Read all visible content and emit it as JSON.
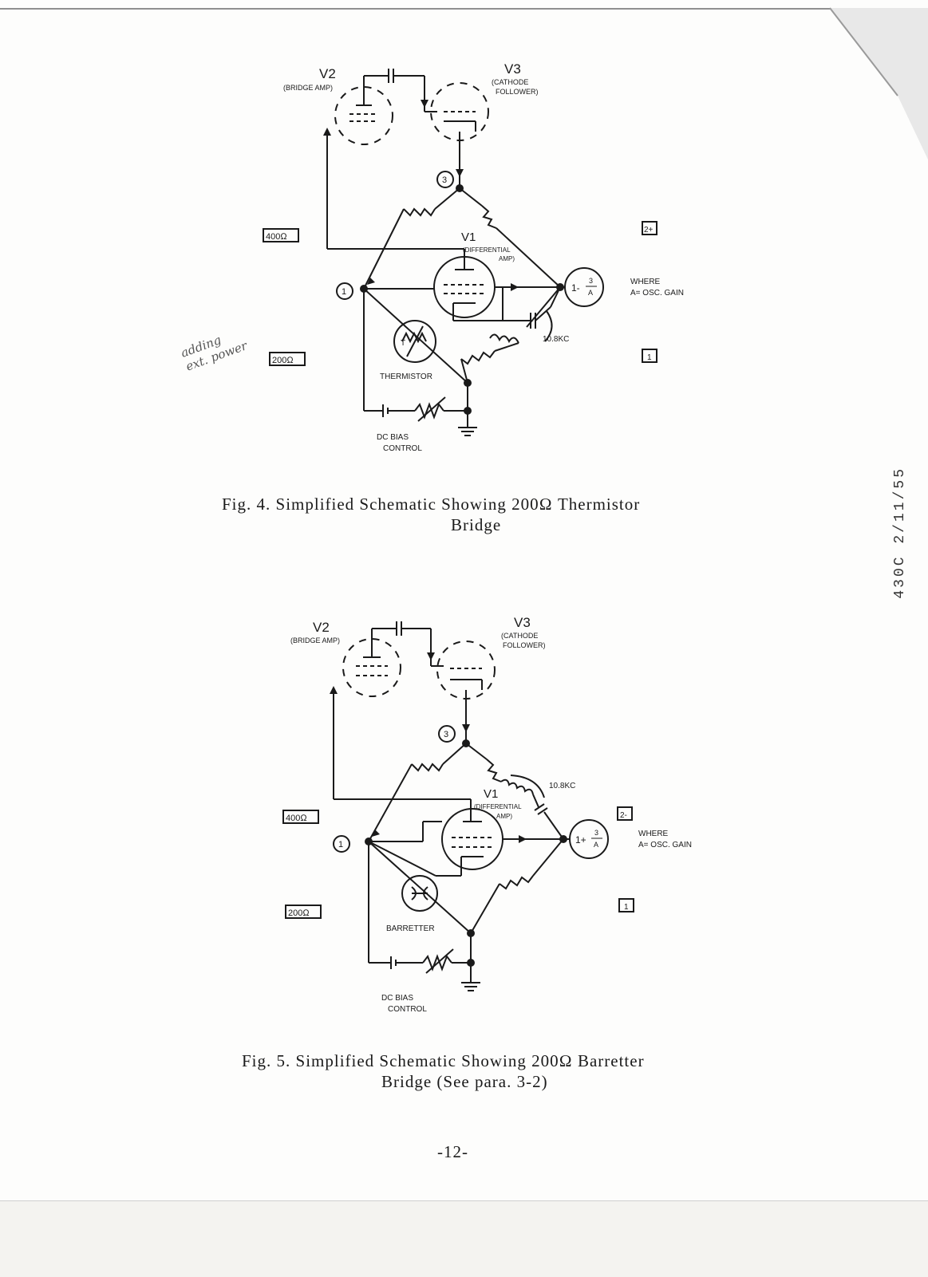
{
  "fig4": {
    "caption_line1": "Fig. 4.  Simplified Schematic Showing 200Ω Thermistor",
    "caption_line2": "Bridge",
    "v2_label": "V2",
    "v2_sub": "(BRIDGE AMP)",
    "v3_label": "V3",
    "v3_sub1": "(CATHODE",
    "v3_sub2": "FOLLOWER)",
    "v1_label": "V1",
    "v1_sub1": "(DIFFERENTIAL",
    "v1_sub2": "AMP)",
    "node3": "3",
    "node1": "1",
    "range_400": "400Ω",
    "range_200": "200Ω",
    "box_2plus": "2+",
    "box_1": "1",
    "gain_expr": "1- 3/A",
    "gain_num": "3",
    "gain_den": "A",
    "gain_prefix": "1-",
    "where": "WHERE",
    "where_def": "A= OSC. GAIN",
    "freq": "10.8KC",
    "element_letter": "T",
    "element": "THERMISTOR",
    "bias1": "DC BIAS",
    "bias2": "CONTROL",
    "handwritten": "adding\next. power"
  },
  "fig5": {
    "caption_line1": "Fig. 5.  Simplified Schematic Showing 200Ω Barretter",
    "caption_line2": "Bridge (See para. 3-2)",
    "v2_label": "V2",
    "v2_sub": "(BRIDGE AMP)",
    "v3_label": "V3",
    "v3_sub1": "(CATHODE",
    "v3_sub2": "FOLLOWER)",
    "v1_label": "V1",
    "v1_sub1": "(DIFFERENTIAL",
    "v1_sub2": "AMP)",
    "node3": "3",
    "node1": "1",
    "range_400": "400Ω",
    "range_200": "200Ω",
    "box_2minus": "2-",
    "box_1": "1",
    "gain_num": "3",
    "gain_den": "A",
    "gain_prefix": "1+",
    "where": "WHERE",
    "where_def": "A= OSC. GAIN",
    "freq": "10.8KC",
    "element": "BARRETTER",
    "bias1": "DC BIAS",
    "bias2": "CONTROL"
  },
  "page_number": "-12-",
  "side_note": "430C  2/11/55"
}
